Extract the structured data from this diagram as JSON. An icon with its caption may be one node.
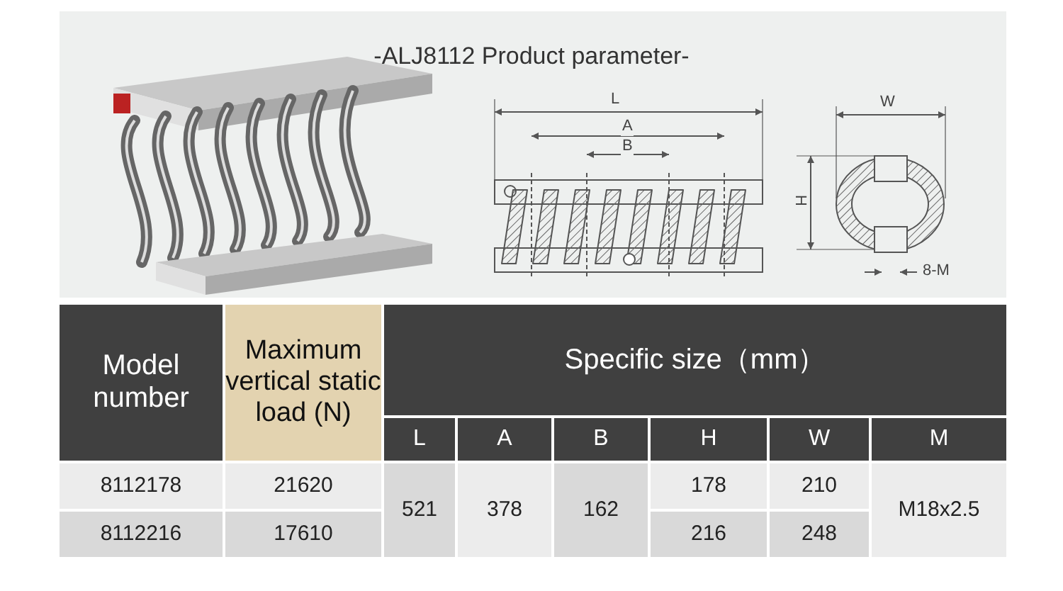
{
  "diagram": {
    "title": "-ALJ8112 Product parameter-",
    "labels": [
      "L",
      "A",
      "B",
      "W",
      "H",
      "8-M",
      "Model number",
      "Maximum vertical static load (N)",
      "Specific size（mm）",
      "L",
      "A",
      "B",
      "H",
      "W",
      "M",
      "8112178",
      "21620",
      "521",
      "378",
      "162",
      "178",
      "210",
      "M18x2.5",
      "8112216",
      "17610",
      "216",
      "248"
    ]
  }
}
